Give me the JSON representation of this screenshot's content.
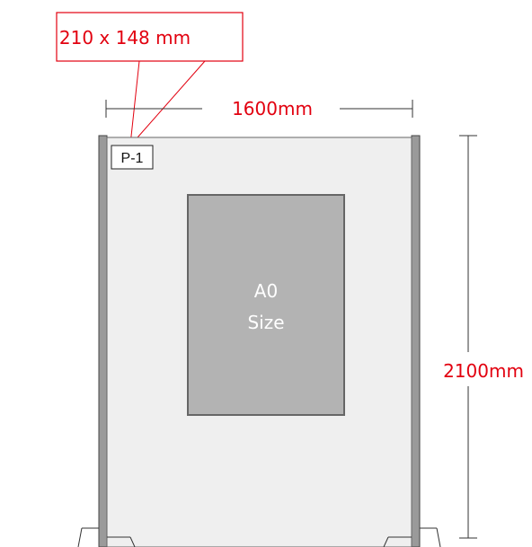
{
  "callout": {
    "text": "210 x 148 mm"
  },
  "panel_label": {
    "text": "P-1"
  },
  "poster": {
    "line1": "A0",
    "line2": "Size"
  },
  "dimensions": {
    "width": "1600mm",
    "height": "2100mm"
  },
  "colors": {
    "accent": "#e2000f",
    "panel_fill": "#efefef",
    "poster_fill": "#b3b3b3",
    "frame_stroke": "#555555",
    "post_fill": "#9a9a9a"
  }
}
